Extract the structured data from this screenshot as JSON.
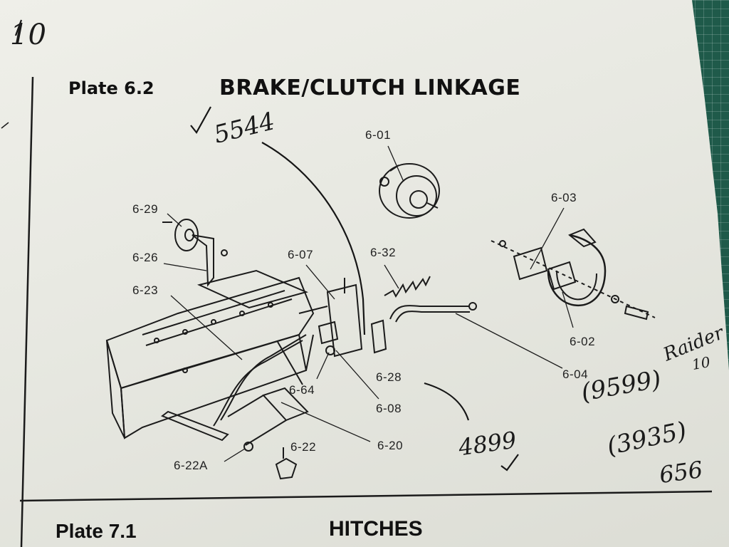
{
  "plate_current": {
    "number": "Plate 6.2",
    "title": "BRAKE/CLUTCH LINKAGE"
  },
  "plate_next": {
    "number": "Plate 7.1",
    "title": "HITCHES"
  },
  "part_labels": {
    "p6_01": "6-01",
    "p6_02": "6-02",
    "p6_03": "6-03",
    "p6_04": "6-04",
    "p6_07": "6-07",
    "p6_08": "6-08",
    "p6_20": "6-20",
    "p6_22": "6-22",
    "p6_22a": "6-22A",
    "p6_23": "6-23",
    "p6_26": "6-26",
    "p6_28": "6-28",
    "p6_29": "6-29",
    "p6_32": "6-32",
    "p6_64": "6-64"
  },
  "handwritten": {
    "page_number": "10",
    "note_5544": "5544",
    "note_4899": "4899",
    "note_9599": "(9599)",
    "note_raider": "Raider",
    "note_raider_10": "10",
    "note_3935": "(3935)",
    "note_656": "656"
  },
  "colors": {
    "paper": "#e9eae3",
    "ink": "#1b1b1b",
    "mat": "#1f5a4a"
  }
}
